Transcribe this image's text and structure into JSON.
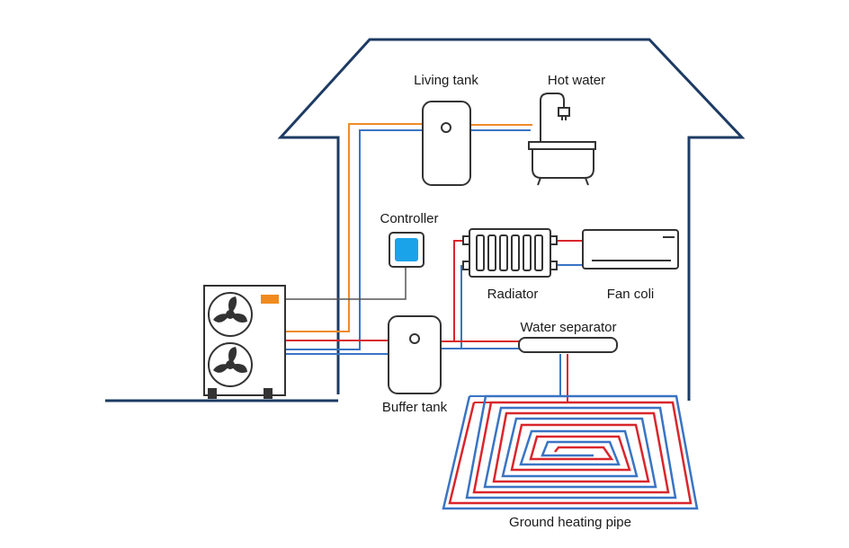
{
  "colors": {
    "house_outline": "#1d3b63",
    "hot_pipe": "#d9262c",
    "cold_pipe": "#3a74c4",
    "living_pipe": "#f08a2b",
    "controller_screen": "#1aa3e8",
    "equipment_stroke": "#333333",
    "brand_orange": "#f18a1e"
  },
  "labels": {
    "living_tank": "Living tank",
    "hot_water": "Hot water",
    "controller": "Controller",
    "radiator": "Radiator",
    "fan_coil": "Fan coli",
    "water_separator": "Water separator",
    "buffer_tank": "Buffer tank",
    "ground_heating_pipe": "Ground heating pipe"
  },
  "icons": {
    "heat_pump": "heat-pump-unit-icon",
    "living_tank": "water-tank-icon",
    "hot_water": "bathtub-shower-icon",
    "controller": "thermostat-controller-icon",
    "radiator": "radiator-icon",
    "fan_coil": "wall-mounted-ac-icon",
    "water_separator": "manifold-icon",
    "buffer_tank": "buffer-tank-icon",
    "ground_heating_pipe": "floor-heating-coil-icon"
  }
}
